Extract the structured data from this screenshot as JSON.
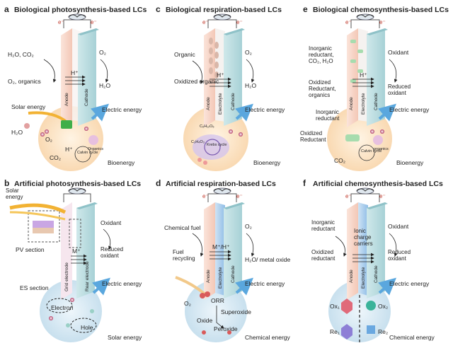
{
  "colors": {
    "anode": "#f6d2c4",
    "electrolyte": "#f3f0ee",
    "cathode": "#bfe0e2",
    "cathode_dark": "#9ecacf",
    "bio_bulb": "#fde7c9",
    "art_bulb": "#dcebf4",
    "arrow_blue": "#5aa7de",
    "electron_red": "#c0392b"
  },
  "panels": [
    {
      "letter": "a",
      "title": "Biological photosynthesis-based LCs",
      "left_inputs": [
        "H₂O, CO₂",
        "O₂, organics"
      ],
      "right_inputs": [
        "O₂",
        "H₂O"
      ],
      "ion": "H⁺",
      "anode_label": "Anode",
      "cathode_label": "Cathode",
      "bulb_labels": [
        "Solar energy",
        "H₂O",
        "O₂",
        "CO₂",
        "H⁺",
        "Calvin cycle",
        "Organics"
      ],
      "output": "Electric energy",
      "bulb_caption": "Bioenergy"
    },
    {
      "letter": "c",
      "title": "Biological respiration-based LCs",
      "left_inputs": [
        "Organic",
        "Oxidized organic"
      ],
      "right_inputs": [
        "O₂",
        "H₂O"
      ],
      "ion": "H⁺",
      "anode_label": "Anode",
      "electrolyte_label": "Electrolyte",
      "cathode_label": "Cathode",
      "bulb_labels": [
        "C₆H₁₂O₆",
        "C₃H₄O₃",
        "Krebs cycle"
      ],
      "output": "Electric energy",
      "bulb_caption": "Bioenergy"
    },
    {
      "letter": "e",
      "title": "Biological chemosynthesis-based LCs",
      "left_inputs": [
        "Inorganic reductant, CO₂, H₂O",
        "Oxidized Reductant, organics",
        "Inorganic reductant",
        "Oxidized Reductant"
      ],
      "right_inputs": [
        "Oxidant",
        "Reduced oxidant"
      ],
      "ion": "H⁺",
      "anode_label": "Anode",
      "electrolyte_label": "Electrolyte",
      "cathode_label": "Cathode",
      "bulb_labels": [
        "CO₂",
        "Calvin cycle",
        "organics"
      ],
      "output": "Electric energy",
      "bulb_caption": "Bioenergy"
    },
    {
      "letter": "b",
      "title": "Artificial photosynthesis-based LCs",
      "left_inputs": [
        "Solar energy",
        "PV section",
        "ES section"
      ],
      "right_inputs": [
        "Oxidant",
        "Reduced oxidant"
      ],
      "ion": "M⁺",
      "anode_label": "Grid electrode",
      "cathode_label": "Rear electrode",
      "bulb_labels": [
        "Electron",
        "Hole"
      ],
      "output": "Electric energy",
      "bulb_caption": "Solar energy"
    },
    {
      "letter": "d",
      "title": "Artificial respiration-based LCs",
      "left_inputs": [
        "Chemical fuel",
        "Fuel recycling"
      ],
      "right_inputs": [
        "O₂",
        "H₂O/ metal oxide"
      ],
      "ion": "M⁺/H⁺",
      "anode_label": "Anode",
      "electrolyte_label": "Electrolyte",
      "cathode_label": "Cathode",
      "bulb_labels": [
        "O₂",
        "ORR",
        "Superoxide",
        "Oxide",
        "Peroxide"
      ],
      "output": "Electric energy",
      "bulb_caption": "Chemical energy"
    },
    {
      "letter": "f",
      "title": "Artificial chemosynthesis-based LCs",
      "left_inputs": [
        "Inorganic reductant",
        "Oxidized reductant"
      ],
      "right_inputs": [
        "Oxidant",
        "Reduced oxidant"
      ],
      "ion": "Ionic charge carriers",
      "anode_label": "Anode",
      "electrolyte_label": "Electrolyte",
      "cathode_label": "Cathode",
      "bulb_labels": [
        "Ox₁",
        "Ox₂",
        "Re₁",
        "Re₂"
      ],
      "output": "Electric energy",
      "bulb_caption": "Chemical energy"
    }
  ],
  "electron_label": "e⁻"
}
